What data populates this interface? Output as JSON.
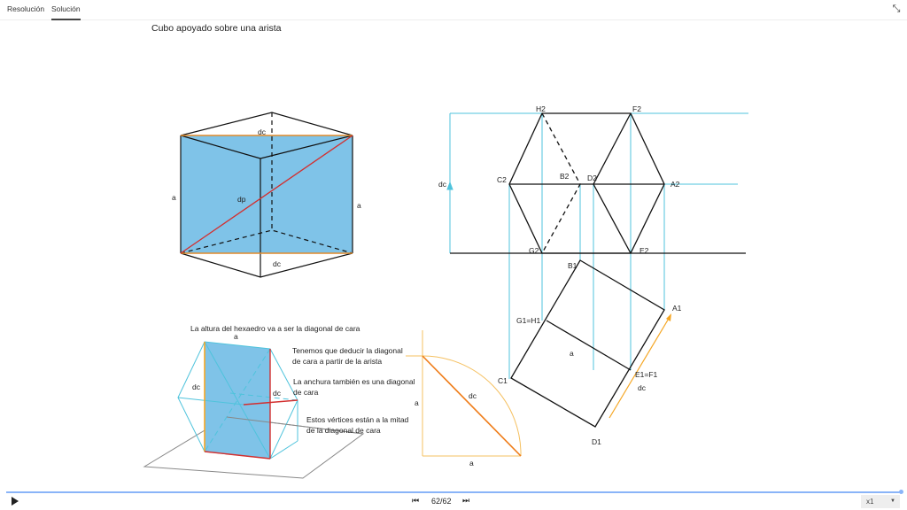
{
  "tabs": [
    {
      "label": "Resolución"
    },
    {
      "label": "Solución"
    }
  ],
  "title": "Cubo apoyado sobre una arista",
  "cube": {
    "top_dc": "dc",
    "left_a": "a",
    "dp": "dp",
    "right_a": "a",
    "bottom_dc": "dc"
  },
  "projection": {
    "dc": "dc",
    "H2": "H2",
    "F2": "F2",
    "C2": "C2",
    "B2": "B2",
    "D2": "D2",
    "A2": "A2",
    "G2": "G2",
    "E2": "E2",
    "B1": "B1",
    "A1": "A1",
    "G1H1": "G1=H1",
    "a": "a",
    "C1": "C1",
    "E1F1": "E1=F1",
    "dc1": "dc",
    "D1": "D1"
  },
  "triangle": {
    "a_left": "a",
    "dc": "dc",
    "a_bottom": "a"
  },
  "perspective": {
    "note1": "La altura del hexaedro va a ser la diagonal de cara",
    "a": "a",
    "dc_left": "dc",
    "dc_right": "dc",
    "note2_l1": "Tenemos que deducir la diagonal",
    "note2_l2": "de cara a partir de la arista",
    "note3_l1": "La anchura también es una diagonal",
    "note3_l2": "de cara",
    "note4_l1": "Estos vértices están a la mitad",
    "note4_l2": "de la diagonal de cara"
  },
  "player": {
    "counter": "62/62",
    "speed": "x1",
    "progress_percent": 100
  },
  "colors": {
    "face": "#7fc3e8",
    "cyan": "#4fc3dc",
    "red": "#d32f2f",
    "orange": "#f5a623"
  }
}
